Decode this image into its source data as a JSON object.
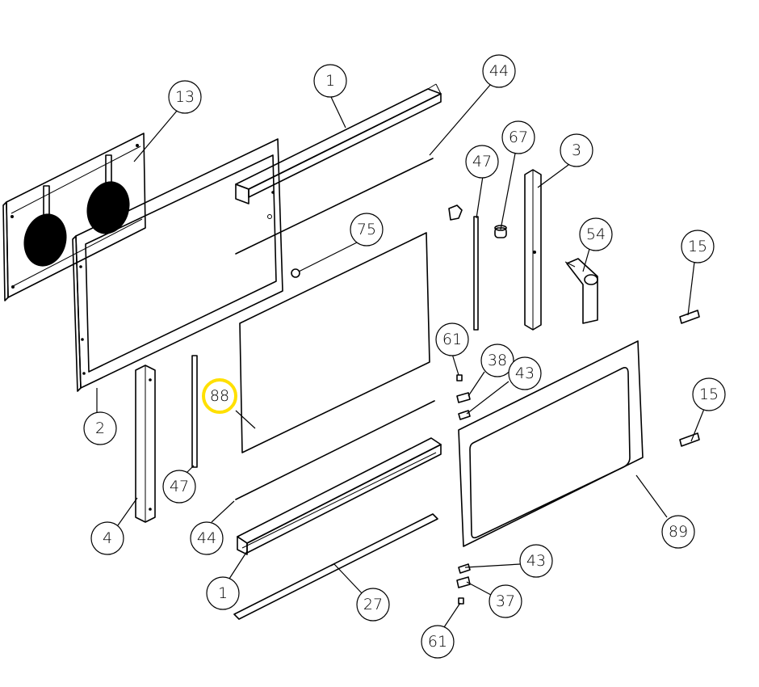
{
  "diagram": {
    "highlight_color": "#ffe000",
    "callouts": [
      {
        "id": "c1a",
        "label": "1"
      },
      {
        "id": "c44a",
        "label": "44"
      },
      {
        "id": "c13",
        "label": "13"
      },
      {
        "id": "c67",
        "label": "67"
      },
      {
        "id": "c47a",
        "label": "47"
      },
      {
        "id": "c3",
        "label": "3"
      },
      {
        "id": "c75",
        "label": "75"
      },
      {
        "id": "c54",
        "label": "54"
      },
      {
        "id": "c15a",
        "label": "15"
      },
      {
        "id": "c61a",
        "label": "61"
      },
      {
        "id": "c38",
        "label": "38"
      },
      {
        "id": "c43a",
        "label": "43"
      },
      {
        "id": "c88",
        "label": "88"
      },
      {
        "id": "c15b",
        "label": "15"
      },
      {
        "id": "c2",
        "label": "2"
      },
      {
        "id": "c47b",
        "label": "47"
      },
      {
        "id": "c4",
        "label": "4"
      },
      {
        "id": "c44b",
        "label": "44"
      },
      {
        "id": "c89",
        "label": "89"
      },
      {
        "id": "c43b",
        "label": "43"
      },
      {
        "id": "c1b",
        "label": "1"
      },
      {
        "id": "c37",
        "label": "37"
      },
      {
        "id": "c27",
        "label": "27"
      },
      {
        "id": "c61b",
        "label": "61"
      }
    ]
  }
}
